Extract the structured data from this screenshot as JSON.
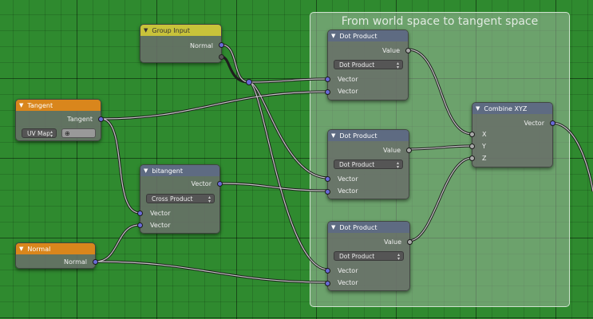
{
  "frame": {
    "label": "From world space to tangent space"
  },
  "group_input": {
    "title": "Group Input",
    "outputs": [
      "Normal"
    ]
  },
  "tangent": {
    "title": "Tangent",
    "output": "Tangent",
    "mode": "UV Map"
  },
  "normal": {
    "title": "Normal",
    "output": "Normal"
  },
  "bitangent": {
    "title": "bitangent",
    "output": "Vector",
    "operation": "Cross Product",
    "inputs": [
      "Vector",
      "Vector"
    ]
  },
  "dot1": {
    "title": "Dot Product",
    "output": "Value",
    "operation": "Dot Product",
    "inputs": [
      "Vector",
      "Vector"
    ]
  },
  "dot2": {
    "title": "Dot Product",
    "output": "Value",
    "operation": "Dot Product",
    "inputs": [
      "Vector",
      "Vector"
    ]
  },
  "dot3": {
    "title": "Dot Product",
    "output": "Value",
    "operation": "Dot Product",
    "inputs": [
      "Vector",
      "Vector"
    ]
  },
  "combine": {
    "title": "Combine XYZ",
    "output": "Vector",
    "inputs": [
      "X",
      "Y",
      "Z"
    ]
  },
  "icons": {
    "collapse": "triangle-down-icon",
    "dropdown": "updown-arrows-icon",
    "uv": "uv-map-icon"
  },
  "colors": {
    "vector_socket": "#6a6ad8",
    "value_socket": "#a8a8a8",
    "group_header": "#c8c33a",
    "input_header": "#d9861c",
    "math_header": "#5e6b82"
  }
}
